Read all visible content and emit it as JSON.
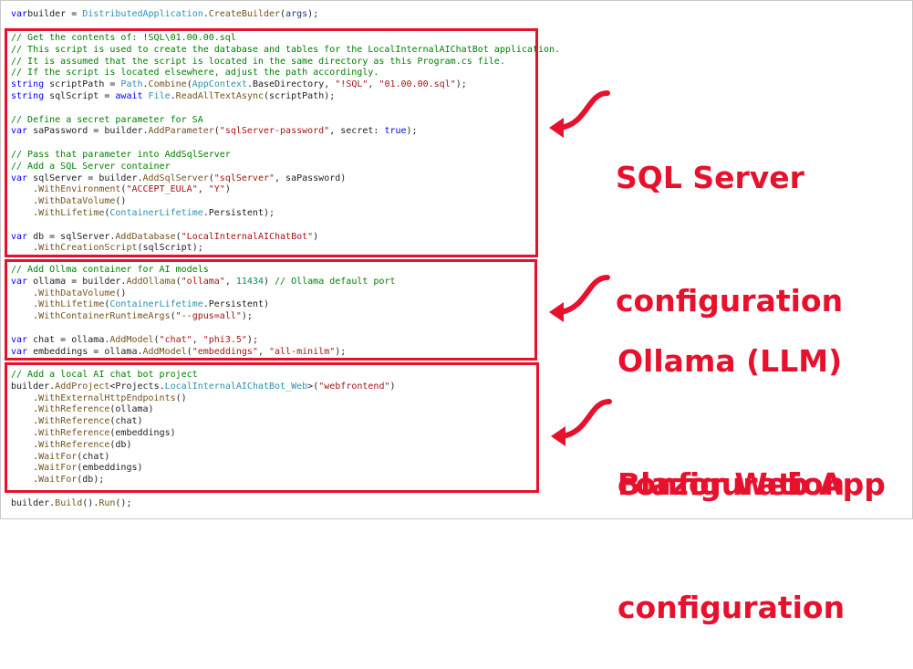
{
  "top_line": [
    [
      [
        "k",
        "var"
      ],
      [
        "",
        "builder = "
      ],
      [
        "t",
        "DistributedApplication"
      ],
      [
        "",
        "."
      ],
      [
        "m",
        "CreateBuilder"
      ],
      [
        "",
        "("
      ],
      [
        "p",
        "args"
      ],
      [
        "",
        ");"
      ]
    ]
  ],
  "sql_block": [
    [
      [
        "c",
        "// Get the contents of: !SQL\\01.00.00.sql"
      ]
    ],
    [
      [
        "c",
        "// This script is used to create the database and tables for the LocalInternalAIChatBot application."
      ]
    ],
    [
      [
        "c",
        "// It is assumed that the script is located in the same directory as this Program.cs file."
      ]
    ],
    [
      [
        "c",
        "// If the script is located elsewhere, adjust the path accordingly."
      ]
    ],
    [
      [
        "k",
        "string"
      ],
      [
        "",
        " scriptPath = "
      ],
      [
        "t",
        "Path"
      ],
      [
        "",
        "."
      ],
      [
        "m",
        "Combine"
      ],
      [
        "",
        "("
      ],
      [
        "t",
        "AppContext"
      ],
      [
        "",
        ".BaseDirectory, "
      ],
      [
        "s",
        "\"!SQL\""
      ],
      [
        "",
        ", "
      ],
      [
        "s",
        "\"01.00.00.sql\""
      ],
      [
        "",
        ");"
      ]
    ],
    [
      [
        "k",
        "string"
      ],
      [
        "",
        " sqlScript = "
      ],
      [
        "k",
        "await"
      ],
      [
        "",
        " "
      ],
      [
        "t",
        "File"
      ],
      [
        "",
        "."
      ],
      [
        "m",
        "ReadAllTextAsync"
      ],
      [
        "",
        "(scriptPath);"
      ]
    ],
    [
      [
        "",
        ""
      ]
    ],
    [
      [
        "c",
        "// Define a secret parameter for SA"
      ]
    ],
    [
      [
        "k",
        "var"
      ],
      [
        "",
        " saPassword = builder."
      ],
      [
        "m",
        "AddParameter"
      ],
      [
        "",
        "("
      ],
      [
        "s",
        "\"sqlServer-password\""
      ],
      [
        "",
        ", secret: "
      ],
      [
        "k",
        "true"
      ],
      [
        "",
        ");"
      ]
    ],
    [
      [
        "",
        ""
      ]
    ],
    [
      [
        "c",
        "// Pass that parameter into AddSqlServer"
      ]
    ],
    [
      [
        "c",
        "// Add a SQL Server container"
      ]
    ],
    [
      [
        "k",
        "var"
      ],
      [
        "",
        " sqlServer = builder."
      ],
      [
        "m",
        "AddSqlServer"
      ],
      [
        "",
        "("
      ],
      [
        "s",
        "\"sqlServer\""
      ],
      [
        "",
        ", saPassword)"
      ]
    ],
    [
      [
        "",
        "    ."
      ],
      [
        "m",
        "WithEnvironment"
      ],
      [
        "",
        "("
      ],
      [
        "s",
        "\"ACCEPT_EULA\""
      ],
      [
        "",
        ", "
      ],
      [
        "s",
        "\"Y\""
      ],
      [
        "",
        ")"
      ]
    ],
    [
      [
        "",
        "    ."
      ],
      [
        "m",
        "WithDataVolume"
      ],
      [
        "",
        "()"
      ]
    ],
    [
      [
        "",
        "    ."
      ],
      [
        "m",
        "WithLifetime"
      ],
      [
        "",
        "("
      ],
      [
        "t",
        "ContainerLifetime"
      ],
      [
        "",
        ".Persistent);"
      ]
    ],
    [
      [
        "",
        ""
      ]
    ],
    [
      [
        "k",
        "var"
      ],
      [
        "",
        " db = sqlServer."
      ],
      [
        "m",
        "AddDatabase"
      ],
      [
        "",
        "("
      ],
      [
        "s",
        "\"LocalInternalAIChatBot\""
      ],
      [
        "",
        ")"
      ]
    ],
    [
      [
        "",
        "    ."
      ],
      [
        "m",
        "WithCreationScript"
      ],
      [
        "",
        "(sqlScript);"
      ]
    ]
  ],
  "ollama_block": [
    [
      [
        "c",
        "// Add Ollma container for AI models"
      ]
    ],
    [
      [
        "k",
        "var"
      ],
      [
        "",
        " ollama = builder."
      ],
      [
        "m",
        "AddOllama"
      ],
      [
        "",
        "("
      ],
      [
        "s",
        "\"ollama\""
      ],
      [
        "",
        ", "
      ],
      [
        "n",
        "11434"
      ],
      [
        "",
        ") "
      ],
      [
        "c",
        "// Ollama default port"
      ]
    ],
    [
      [
        "",
        "    ."
      ],
      [
        "m",
        "WithDataVolume"
      ],
      [
        "",
        "()"
      ]
    ],
    [
      [
        "",
        "    ."
      ],
      [
        "m",
        "WithLifetime"
      ],
      [
        "",
        "("
      ],
      [
        "t",
        "ContainerLifetime"
      ],
      [
        "",
        ".Persistent)"
      ]
    ],
    [
      [
        "",
        "    ."
      ],
      [
        "m",
        "WithContainerRuntimeArgs"
      ],
      [
        "",
        "("
      ],
      [
        "s",
        "\"--gpus=all\""
      ],
      [
        "",
        ");"
      ]
    ],
    [
      [
        "",
        ""
      ]
    ],
    [
      [
        "k",
        "var"
      ],
      [
        "",
        " chat = ollama."
      ],
      [
        "m",
        "AddModel"
      ],
      [
        "",
        "("
      ],
      [
        "s",
        "\"chat\""
      ],
      [
        "",
        ", "
      ],
      [
        "s",
        "\"phi3.5\""
      ],
      [
        "",
        ");"
      ]
    ],
    [
      [
        "k",
        "var"
      ],
      [
        "",
        " embeddings = ollama."
      ],
      [
        "m",
        "AddModel"
      ],
      [
        "",
        "("
      ],
      [
        "s",
        "\"embeddings\""
      ],
      [
        "",
        ", "
      ],
      [
        "s",
        "\"all-minilm\""
      ],
      [
        "",
        ");"
      ]
    ]
  ],
  "blazor_block": [
    [
      [
        "c",
        "// Add a local AI chat bot project"
      ]
    ],
    [
      [
        "",
        "builder."
      ],
      [
        "m",
        "AddProject"
      ],
      [
        "",
        "<"
      ],
      [
        "",
        "Projects"
      ],
      [
        "",
        "."
      ],
      [
        "t",
        "LocalInternalAIChatBot_Web"
      ],
      [
        "",
        ">("
      ],
      [
        "s",
        "\"webfrontend\""
      ],
      [
        "",
        ")"
      ]
    ],
    [
      [
        "",
        "    ."
      ],
      [
        "m",
        "WithExternalHttpEndpoints"
      ],
      [
        "",
        "()"
      ]
    ],
    [
      [
        "",
        "    ."
      ],
      [
        "m",
        "WithReference"
      ],
      [
        "",
        "(ollama)"
      ]
    ],
    [
      [
        "",
        "    ."
      ],
      [
        "m",
        "WithReference"
      ],
      [
        "",
        "(chat)"
      ]
    ],
    [
      [
        "",
        "    ."
      ],
      [
        "m",
        "WithReference"
      ],
      [
        "",
        "(embeddings)"
      ]
    ],
    [
      [
        "",
        "    ."
      ],
      [
        "m",
        "WithReference"
      ],
      [
        "",
        "(db)"
      ]
    ],
    [
      [
        "",
        "    ."
      ],
      [
        "m",
        "WaitFor"
      ],
      [
        "",
        "(chat)"
      ]
    ],
    [
      [
        "",
        "    ."
      ],
      [
        "m",
        "WaitFor"
      ],
      [
        "",
        "(embeddings)"
      ]
    ],
    [
      [
        "",
        "    ."
      ],
      [
        "m",
        "WaitFor"
      ],
      [
        "",
        "(db);"
      ]
    ]
  ],
  "bottom_line": [
    [
      [
        "",
        "builder."
      ],
      [
        "m",
        "Build"
      ],
      [
        "",
        "()."
      ],
      [
        "m",
        "Run"
      ],
      [
        "",
        "();"
      ]
    ]
  ],
  "labels": {
    "sql_line1": "SQL Server",
    "sql_line2": "configuration",
    "ollama_line1": "Ollama (LLM)",
    "ollama_line2": "configuration",
    "blazor_line1": "Blazor Web App",
    "blazor_line2": "configuration"
  },
  "colors": {
    "highlight": "#e8112d",
    "comment": "#008000",
    "keyword": "#0000ff",
    "string": "#a31515",
    "type": "#2b91af",
    "method": "#74531f"
  },
  "icons": [
    "curved-arrow-icon"
  ]
}
